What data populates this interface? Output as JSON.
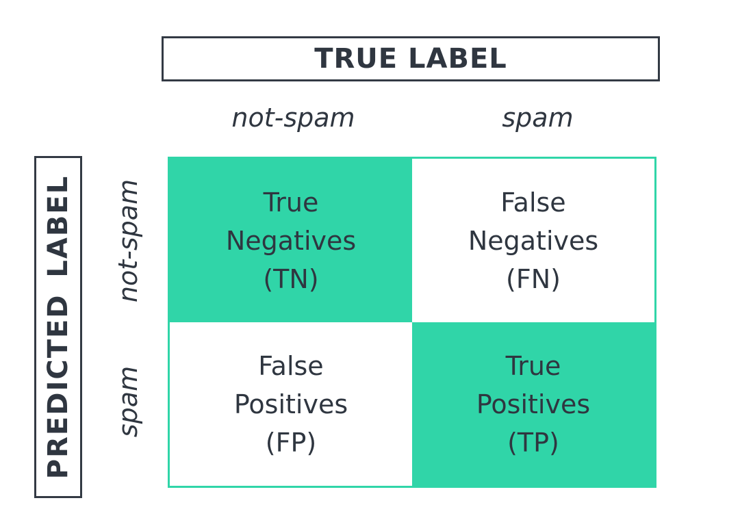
{
  "true_label": "TRUE LABEL",
  "predicted_label": "PREDICTED LABEL",
  "columns": [
    "not-spam",
    "spam"
  ],
  "rows": [
    "not-spam",
    "spam"
  ],
  "colors": {
    "accent": "#30d5a8",
    "text": "#2f3640",
    "border": "#333a44"
  },
  "cells": [
    {
      "line1": "True",
      "line2": "Negatives",
      "line3": "(TN)"
    },
    {
      "line1": "False",
      "line2": "Negatives",
      "line3": "(FN)"
    },
    {
      "line1": "False",
      "line2": "Positives",
      "line3": "(FP)"
    },
    {
      "line1": "True",
      "line2": "Positives",
      "line3": "(TP)"
    }
  ]
}
